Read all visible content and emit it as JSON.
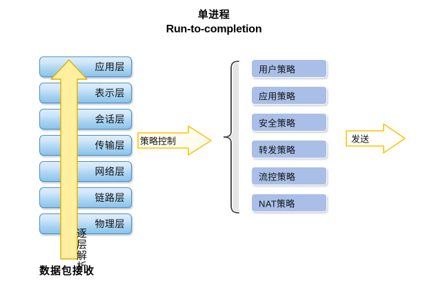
{
  "title": {
    "line1": "单进程",
    "line2": "Run-to-completion"
  },
  "osi_stack": {
    "name": "OSI 七层协议栈",
    "layers": [
      {
        "label": "应用层"
      },
      {
        "label": "表示层"
      },
      {
        "label": "会话层"
      },
      {
        "label": "传输层"
      },
      {
        "label": "网络层"
      },
      {
        "label": "链路层"
      },
      {
        "label": "物理层"
      }
    ]
  },
  "up_arrow": {
    "label": "逐层解析",
    "color": "#ffef9e",
    "border": "#d9b100"
  },
  "bottom_caption": {
    "label": "数据包接收"
  },
  "policy_control_arrow": {
    "label": "策略控制",
    "color": "#fffde8",
    "border": "#ffc000"
  },
  "policy_stack": {
    "items": [
      {
        "label": "用户策略"
      },
      {
        "label": "应用策略"
      },
      {
        "label": "安全策略"
      },
      {
        "label": "转发策略"
      },
      {
        "label": "流控策略"
      },
      {
        "label": "NAT策略"
      }
    ],
    "color": "#a9bfe7"
  },
  "send_arrow": {
    "label": "发送",
    "color": "#ffffff",
    "border": "#ffc000"
  },
  "brace": {
    "name": "left-curly-brace",
    "color": "#e6e6e6",
    "stroke": "#3f3f3f"
  },
  "colors": {
    "layer_gradient_top": "#dfeefc",
    "layer_gradient_bottom": "#8cc3ea",
    "layer_border": "#4a90c4",
    "policy_fill": "#a9bfe7",
    "arrow_yellow_fill": "#ffef9e",
    "arrow_yellow_border": "#d9b100",
    "arrow_outline": "#ffc000",
    "background": "#ffffff"
  }
}
